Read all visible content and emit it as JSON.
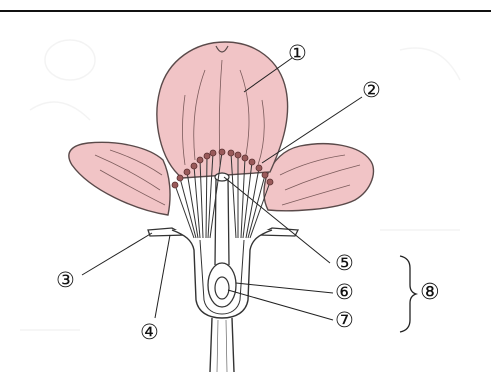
{
  "labels": [
    {
      "id": "1",
      "text": "①"
    },
    {
      "id": "2",
      "text": "②"
    },
    {
      "id": "3",
      "text": "③"
    },
    {
      "id": "4",
      "text": "④"
    },
    {
      "id": "5",
      "text": "⑤"
    },
    {
      "id": "6",
      "text": "⑥"
    },
    {
      "id": "7",
      "text": "⑦"
    },
    {
      "id": "8",
      "text": "⑧"
    }
  ],
  "colors": {
    "petal": "#f1c4c6",
    "petal_stroke": "#5a4a4a",
    "line": "#333333",
    "anther": "#9a5a5a",
    "background": "#ffffff"
  }
}
